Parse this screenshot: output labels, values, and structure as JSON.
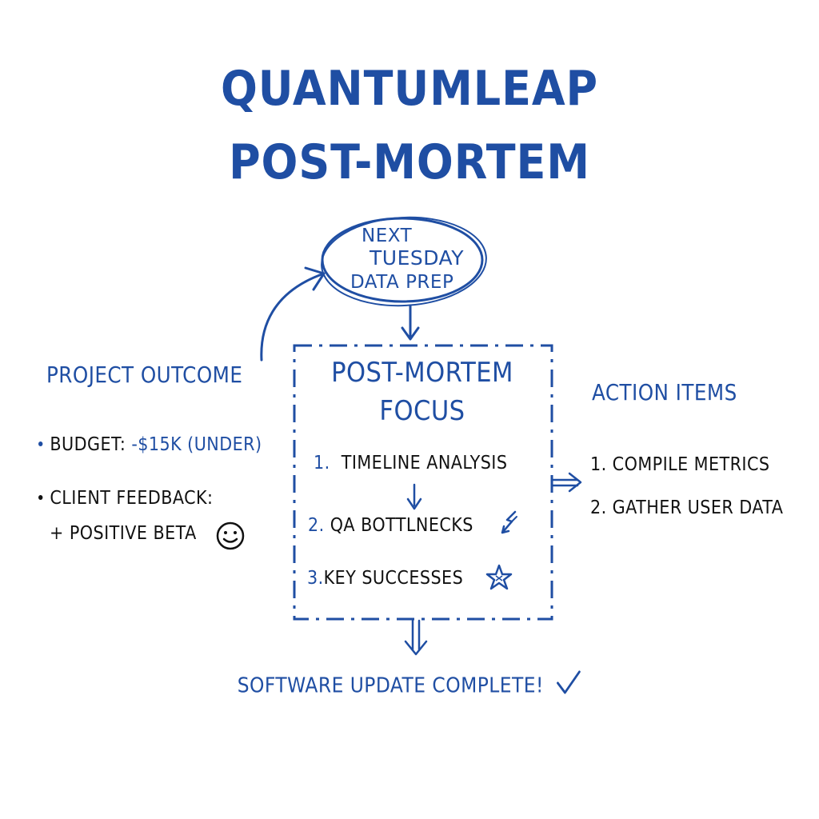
{
  "title": {
    "line1": "QUANTUMLEAP",
    "line2": "POST-MORTEM"
  },
  "oval": {
    "line1": "NEXT",
    "line2": "TUESDAY",
    "line3": "DATA PREP"
  },
  "outcome": {
    "heading": "PROJECT OUTCOME",
    "budget_label": "BUDGET:",
    "budget_value": "-$15K (UNDER)",
    "feedback_label": "CLIENT FEEDBACK:",
    "feedback_value": "+ POSITIVE BETA"
  },
  "focus": {
    "title_line1": "POST-MORTEM",
    "title_line2": "FOCUS",
    "items": [
      {
        "num": "1.",
        "text": "TIMELINE ANALYSIS"
      },
      {
        "num": "2.",
        "text": "QA BOTTLNECKS"
      },
      {
        "num": "3.",
        "text": "KEY SUCCESSES"
      }
    ]
  },
  "actions": {
    "heading": "ACTION ITEMS",
    "items": [
      {
        "text": "1. COMPILE METRICS"
      },
      {
        "text": "2. GATHER USER DATA"
      }
    ]
  },
  "footer": {
    "text": "SOFTWARE UPDATE COMPLETE!"
  },
  "colors": {
    "ink_blue": "#1f4ea3",
    "ink_dark": "#111111"
  },
  "icons": [
    "smiley-icon",
    "lightning-icon",
    "star-icon",
    "checkmark-icon"
  ]
}
